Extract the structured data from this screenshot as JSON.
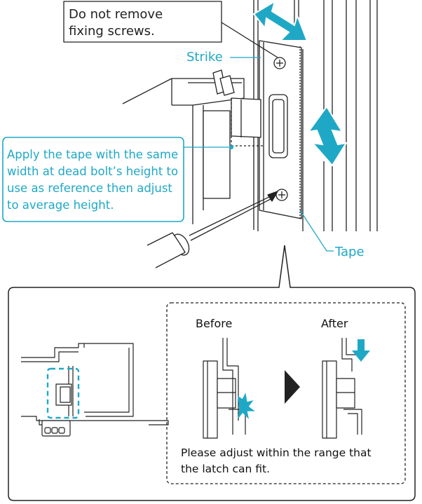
{
  "labels": {
    "note_line1": "Do not remove",
    "note_line2": "fixing screws.",
    "strike": "Strike",
    "tape": "Tape",
    "apply_line1": "Apply the tape with the same",
    "apply_line2": "width at dead bolt’s height to",
    "apply_line3": "use as reference then adjust",
    "apply_line4": "to average height.",
    "before": "Before",
    "after": "After",
    "adjust_line1": "Please adjust within the range that",
    "adjust_line2": "the latch can fit."
  },
  "colors": {
    "accent": "#1fa8c6",
    "line": "#222222",
    "dark": "#333333"
  }
}
